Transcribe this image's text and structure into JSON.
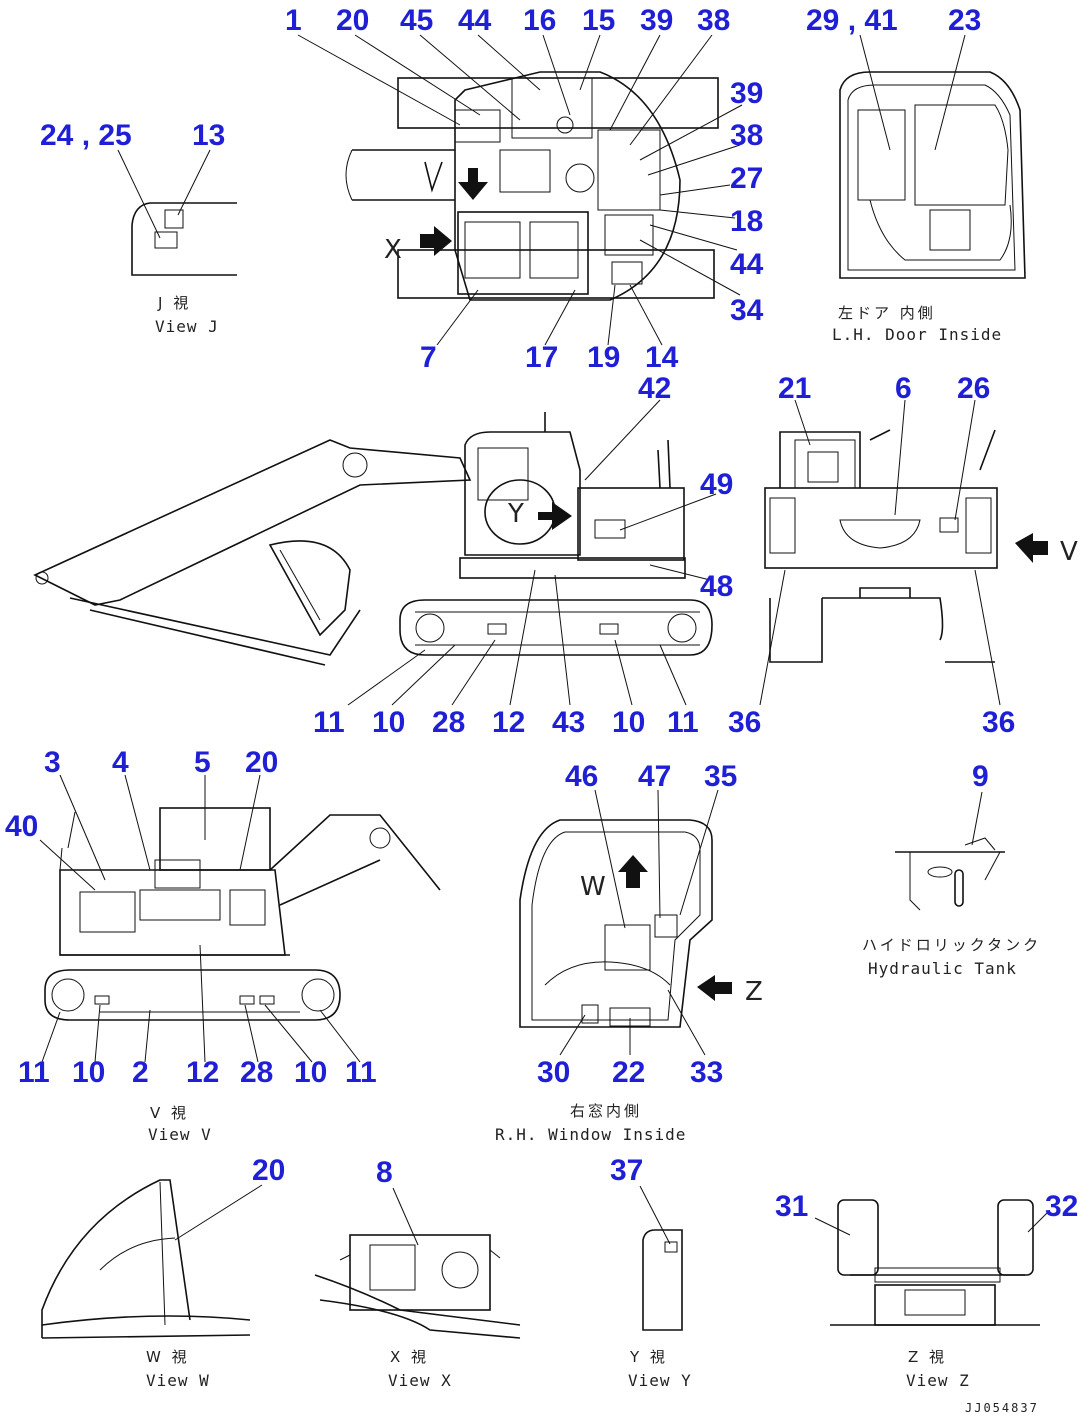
{
  "views": {
    "top": {
      "callouts": [
        "1",
        "20",
        "45",
        "44",
        "16",
        "15",
        "39",
        "38",
        "39",
        "38",
        "27",
        "18",
        "44",
        "34",
        "7",
        "17",
        "19",
        "14"
      ],
      "marks": [
        "X"
      ]
    },
    "view_j": {
      "callouts": [
        "24 , 25",
        "13"
      ],
      "caption_jp": "J 視",
      "caption_en": "View J"
    },
    "door": {
      "callouts": [
        "29 , 41",
        "23"
      ],
      "caption_jp": "左ドア 内側",
      "caption_en": "L.H. Door Inside"
    },
    "side_main": {
      "callouts": [
        "42",
        "49",
        "48",
        "11",
        "10",
        "28",
        "12",
        "43",
        "10",
        "11"
      ],
      "marks": [
        "Y"
      ]
    },
    "rear": {
      "callouts": [
        "21",
        "6",
        "26",
        "36",
        "36"
      ],
      "marks": [
        "V"
      ]
    },
    "view_v": {
      "callouts": [
        "3",
        "4",
        "5",
        "20",
        "40",
        "11",
        "10",
        "2",
        "12",
        "28",
        "10",
        "11"
      ],
      "caption_jp": "V 視",
      "caption_en": "View V"
    },
    "window": {
      "callouts": [
        "46",
        "47",
        "35",
        "30",
        "22",
        "33"
      ],
      "marks": [
        "W",
        "Z"
      ],
      "caption_jp": "右窓内側",
      "caption_en": "R.H. Window Inside"
    },
    "hydraulic": {
      "callouts": [
        "9"
      ],
      "caption_jp": "ハイドロリックタンク",
      "caption_en": "Hydraulic Tank"
    },
    "view_w": {
      "callouts": [
        "20"
      ],
      "caption_jp": "W 視",
      "caption_en": "View W"
    },
    "view_x": {
      "callouts": [
        "8"
      ],
      "caption_jp": "X 視",
      "caption_en": "View X"
    },
    "view_y": {
      "callouts": [
        "37"
      ],
      "caption_jp": "Y 視",
      "caption_en": "View Y"
    },
    "view_z": {
      "callouts": [
        "31",
        "32"
      ],
      "caption_jp": "Z 視",
      "caption_en": "View Z"
    }
  },
  "drawing_ref": "JJ054837",
  "colors": {
    "callout": "#1f1fd6",
    "line": "#111111"
  }
}
